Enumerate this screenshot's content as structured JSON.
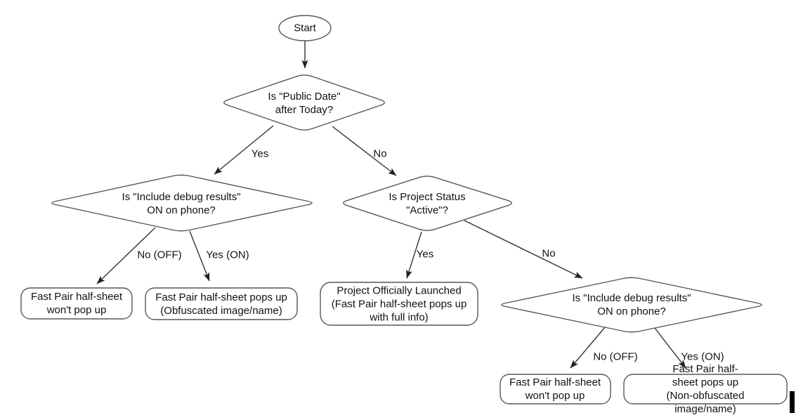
{
  "colors": {
    "background": "#ffffff",
    "shape-stroke": "#575757",
    "arrow-stroke": "#333333",
    "arrow-head": "#1f1f1f",
    "text": "#111111",
    "cursor": "#000000"
  },
  "nodes": {
    "start": "Start",
    "public_date": "Is \"Public Date\"\nafter Today?",
    "debug_left": "Is \"Include debug results\"\nON on phone?",
    "project_status": "Is Project Status\n\"Active\"?",
    "debug_right": "Is \"Include debug results\"\nON on phone?",
    "no_popup_left": "Fast Pair half-sheet\nwon't pop up",
    "obfuscated": "Fast Pair half-sheet pops up\n(Obfuscated image/name)",
    "launched": "Project Officially Launched\n(Fast Pair half-sheet pops up\nwith full info)",
    "no_popup_right": "Fast Pair half-sheet\nwon't pop up",
    "non_obfuscated": "Fast Pair half-sheet pops up\n(Non-obfuscated image/name)"
  },
  "edges": {
    "public_date_yes": "Yes",
    "public_date_no": "No",
    "debug_left_no": "No (OFF)",
    "debug_left_yes": "Yes (ON)",
    "project_status_yes": "Yes",
    "project_status_no": "No",
    "debug_right_no": "No (OFF)",
    "debug_right_yes": "Yes (ON)"
  }
}
